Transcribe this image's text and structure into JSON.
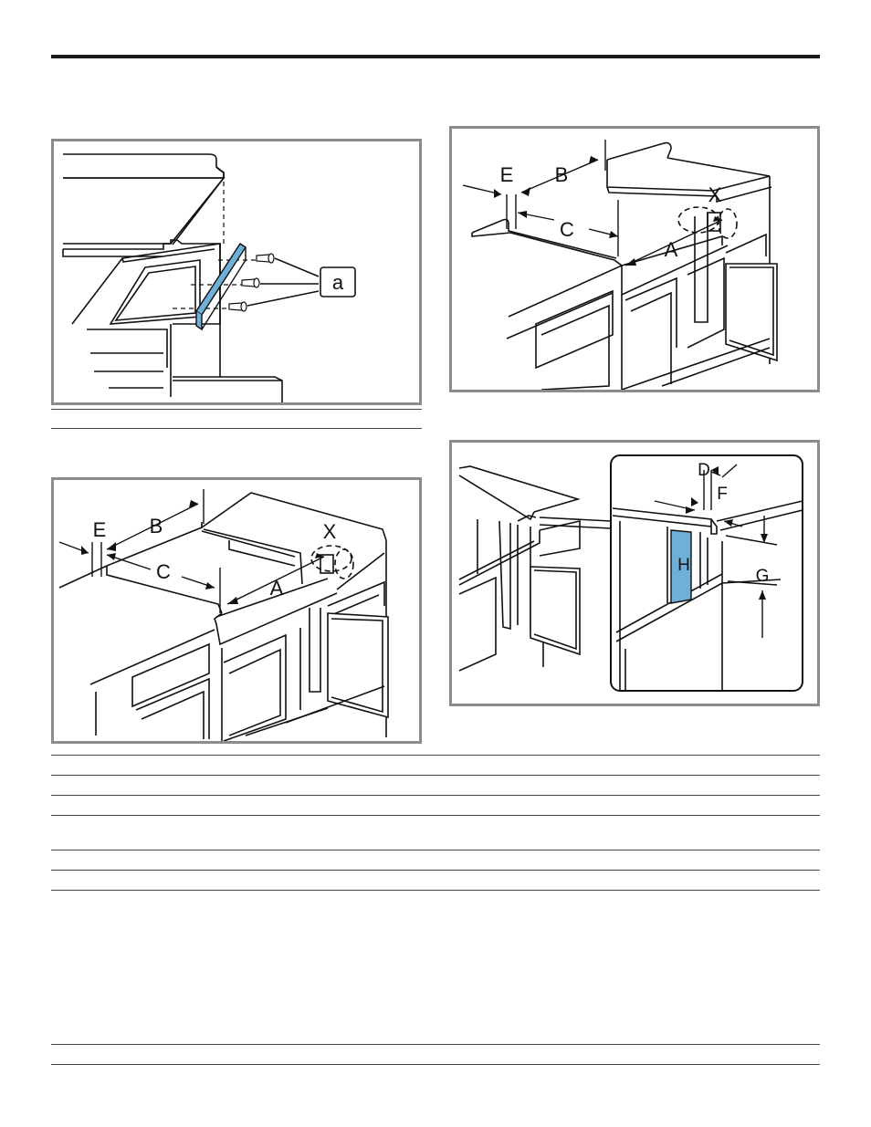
{
  "figures": {
    "fig1": {
      "callout_label": "a"
    },
    "fig2": {
      "labels": [
        "E",
        "B",
        "X",
        "C",
        "A"
      ]
    },
    "fig3": {
      "labels": [
        "E",
        "B",
        "X",
        "C",
        "A"
      ]
    },
    "fig4": {
      "labels": [
        "D",
        "F",
        "H",
        "G"
      ]
    }
  },
  "colors": {
    "accent_blue": "#6fb0d8",
    "frame_gray": "#8c8c8c"
  }
}
